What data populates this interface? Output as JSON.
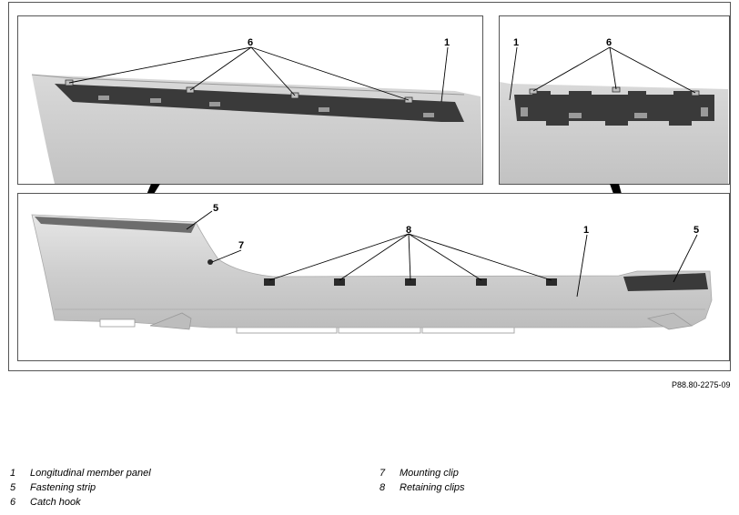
{
  "callouts": {
    "inset_left": [
      "6",
      "1"
    ],
    "inset_right": [
      "1",
      "6"
    ],
    "main": [
      "5",
      "7",
      "8",
      "1",
      "5"
    ]
  },
  "figure_ref": "P88.80-2275-09",
  "legend": [
    {
      "num": "1",
      "text": "Longitudinal member panel"
    },
    {
      "num": "5",
      "text": "Fastening strip"
    },
    {
      "num": "6",
      "text": "Catch hook"
    },
    {
      "num": "7",
      "text": "Mounting clip"
    },
    {
      "num": "8",
      "text": "Retaining clips"
    }
  ],
  "colors": {
    "panel": "#d4d4d4",
    "panel_dark": "#b8b8b8",
    "strip": "#3a3a3a",
    "clip": "#2a2a2a",
    "border": "#555555"
  }
}
